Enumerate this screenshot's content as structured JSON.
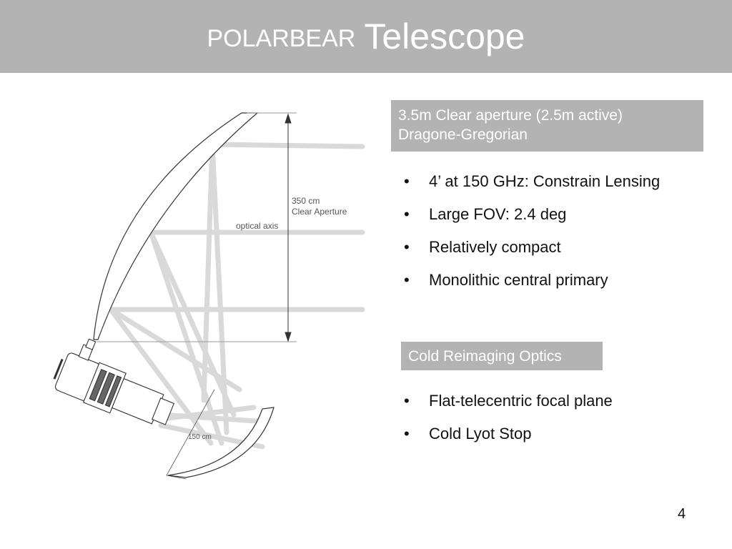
{
  "slide": {
    "title_part1": "POLARBEAR",
    "title_part2": "Telescope",
    "page_number": "4"
  },
  "diagram": {
    "dimension_label_1": "350 cm",
    "dimension_label_2": "Clear Aperture",
    "optical_axis_label": "optical axis",
    "secondary_label": "150 cm"
  },
  "box1": {
    "line1": "3.5m Clear aperture (2.5m active)",
    "line2": "Dragone-Gregorian"
  },
  "bullets1": [
    "4’ at 150 GHz: Constrain Lensing",
    "Large FOV: 2.4 deg",
    "Relatively compact",
    "Monolithic central primary"
  ],
  "box2": {
    "label": "Cold Reimaging Optics"
  },
  "bullets2": [
    "Flat-telecentric focal plane",
    "Cold Lyot Stop"
  ]
}
